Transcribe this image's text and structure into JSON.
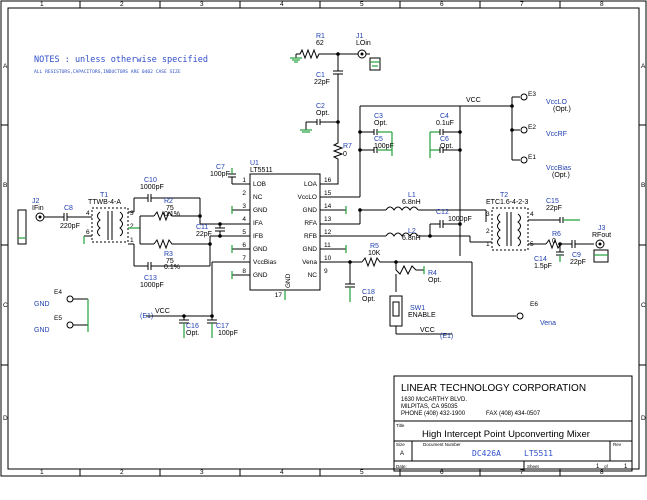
{
  "border": {
    "cols": [
      "1",
      "2",
      "3",
      "4",
      "5",
      "6",
      "7",
      "8"
    ],
    "rows": [
      "A",
      "B",
      "C",
      "D"
    ]
  },
  "notes": {
    "title": "NOTES : unless otherwise specified",
    "line1": "ALL RESISTORS,CAPACITORS,INDUCTORS ARE 0402 CASE SIZE"
  },
  "components": {
    "R1": {
      "ref": "R1",
      "val": "62"
    },
    "J1": {
      "ref": "J1",
      "val": "LOin"
    },
    "C1": {
      "ref": "C1",
      "val": "22pF"
    },
    "C2": {
      "ref": "C2",
      "val": "Opt."
    },
    "R7": {
      "ref": "R7",
      "val": "0"
    },
    "C3": {
      "ref": "C3",
      "val": "Opt."
    },
    "C5": {
      "ref": "C5",
      "val": "100pF"
    },
    "C4": {
      "ref": "C4",
      "val": "0.1uF"
    },
    "C6": {
      "ref": "C6",
      "val": "Opt."
    },
    "E3": {
      "ref": "E3",
      "val": "VccLO",
      "sub": "(Opt.)"
    },
    "E2": {
      "ref": "E2",
      "val": "VccRF"
    },
    "E1": {
      "ref": "E1",
      "val": "VccBias",
      "sub": "(Opt.)"
    },
    "C7": {
      "ref": "C7",
      "val": "100pF"
    },
    "U1": {
      "ref": "U1",
      "val": "LT5511"
    },
    "C10": {
      "ref": "C10",
      "val": "1000pF"
    },
    "R2": {
      "ref": "R2",
      "val": "75",
      "tol": "0.1%"
    },
    "R3": {
      "ref": "R3",
      "val": "75",
      "tol": "0.1%"
    },
    "C11": {
      "ref": "C11",
      "val": "22pF"
    },
    "C13": {
      "ref": "C13",
      "val": "1000pF"
    },
    "J2": {
      "ref": "J2",
      "val": "IFin"
    },
    "C8": {
      "ref": "C8",
      "val": "220pF"
    },
    "T1": {
      "ref": "T1",
      "val": "TTWB-4-A"
    },
    "L1": {
      "ref": "L1",
      "val": "6.8nH"
    },
    "L2": {
      "ref": "L2",
      "val": "6.8nH"
    },
    "C12": {
      "ref": "C12",
      "val": "1000pF"
    },
    "R5": {
      "ref": "R5",
      "val": "10K"
    },
    "R4": {
      "ref": "R4",
      "val": "Opt."
    },
    "C18": {
      "ref": "C18",
      "val": "Opt."
    },
    "SW1": {
      "ref": "SW1",
      "val": "ENABLE"
    },
    "T2": {
      "ref": "T2",
      "val": "ETC1.6-4-2-3"
    },
    "C15": {
      "ref": "C15",
      "val": "22pF"
    },
    "R6": {
      "ref": "R6",
      "val": "0"
    },
    "C14": {
      "ref": "C14",
      "val": "1.5pF"
    },
    "C9": {
      "ref": "C9",
      "val": "22pF"
    },
    "J3": {
      "ref": "J3",
      "val": "RFout"
    },
    "E6": {
      "ref": "E6",
      "val": "Vena"
    },
    "E4": {
      "ref": "E4",
      "val": "GND"
    },
    "E5": {
      "ref": "E5",
      "val": "GND"
    },
    "C16": {
      "ref": "C16",
      "val": "Opt."
    },
    "C17": {
      "ref": "C17",
      "val": "100pF"
    }
  },
  "nets": {
    "vcc_top": "VCC",
    "vcc_left": "VCC",
    "vcc_left_ref": "(E1)",
    "vcc_bottom": "VCC",
    "vcc_bottom_ref": "(E1)"
  },
  "ic_pins_left": [
    {
      "num": "1",
      "name": "LOB"
    },
    {
      "num": "2",
      "name": "NC"
    },
    {
      "num": "3",
      "name": "GND"
    },
    {
      "num": "4",
      "name": "IFA"
    },
    {
      "num": "5",
      "name": "IFB"
    },
    {
      "num": "6",
      "name": "GND"
    },
    {
      "num": "7",
      "name": "VccBias"
    },
    {
      "num": "8",
      "name": "GND"
    }
  ],
  "ic_pins_right": [
    {
      "num": "16",
      "name": "LOA"
    },
    {
      "num": "15",
      "name": "VccLO"
    },
    {
      "num": "14",
      "name": "GND"
    },
    {
      "num": "13",
      "name": "RFA"
    },
    {
      "num": "12",
      "name": "RFB"
    },
    {
      "num": "11",
      "name": "GND"
    },
    {
      "num": "10",
      "name": "Vena"
    },
    {
      "num": "9",
      "name": "NC"
    }
  ],
  "ic_bottom": {
    "num": "17",
    "name": "GND"
  },
  "title_block": {
    "company": "LINEAR TECHNOLOGY CORPORATION",
    "addr1": "1630 McCARTHY BLVD.",
    "addr2": "MILPITAS, CA  95035",
    "phone": "PHONE (408) 432-1900",
    "fax": "FAX (408) 434-0507",
    "title_label": "Title",
    "title": "High Intercept Point Upconverting Mixer",
    "size_label": "Size",
    "size": "A",
    "docnum_label": "Document Number",
    "docnum": "DC426A",
    "part": "LT5511",
    "rev_label": "Rev",
    "date_label": "Date:",
    "sheet_label": "Sheet",
    "sheet": "1",
    "of_label": "of",
    "of": "1"
  }
}
